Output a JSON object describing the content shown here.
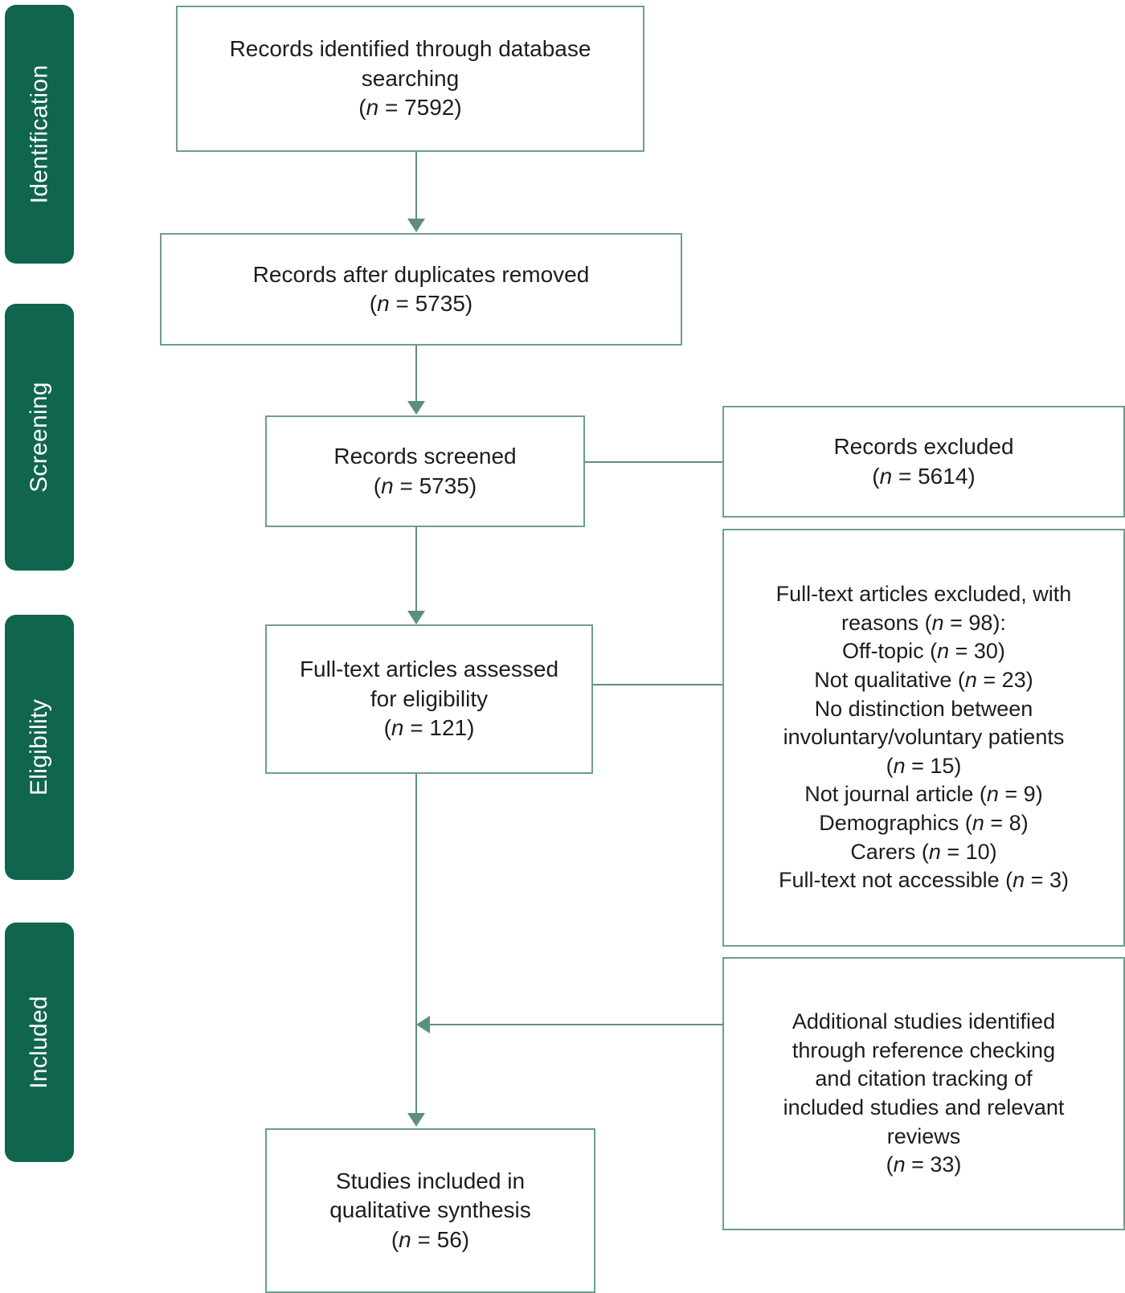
{
  "diagram": {
    "type": "prisma-flow-diagram",
    "accent_color": "#10654f",
    "box_border_color": "#6e9e8d",
    "connector_color": "#5e8f7e",
    "background_color": "#ffffff"
  },
  "stages": [
    {
      "key": "identification",
      "label": "Identification"
    },
    {
      "key": "screening",
      "label": "Screening"
    },
    {
      "key": "eligibility",
      "label": "Eligibility"
    },
    {
      "key": "included",
      "label": "Included"
    }
  ],
  "boxes": {
    "records_identified": {
      "text": "Records identified through database\nsearching\n(n = 7592)",
      "n": 7592
    },
    "records_after_duplicates": {
      "text": "Records after duplicates removed\n(n = 5735)",
      "n": 5735
    },
    "records_screened": {
      "text": "Records screened\n(n = 5735)",
      "n": 5735
    },
    "records_excluded": {
      "text": "Records excluded\n(n = 5614)",
      "n": 5614
    },
    "fulltext_assessed": {
      "text": "Full-text articles assessed\nfor eligibility\n(n = 121)",
      "n": 121
    },
    "fulltext_excluded": {
      "text": "Full-text articles excluded, with\nreasons (n = 98):\nOff-topic (n = 30)\nNot qualitative (n = 23)\nNo distinction between\ninvoluntary/voluntary patients\n(n = 15)\nNot journal article (n = 9)\nDemographics (n = 8)\nCarers (n = 10)\nFull-text not accessible (n = 3)",
      "n": 98,
      "reasons": [
        {
          "label": "Off-topic",
          "n": 30
        },
        {
          "label": "Not qualitative",
          "n": 23
        },
        {
          "label": "No distinction between involuntary/voluntary patients",
          "n": 15
        },
        {
          "label": "Not journal article",
          "n": 9
        },
        {
          "label": "Demographics",
          "n": 8
        },
        {
          "label": "Carers",
          "n": 10
        },
        {
          "label": "Full-text not accessible",
          "n": 3
        }
      ]
    },
    "additional_studies": {
      "text": "Additional studies identified\nthrough reference checking\nand citation tracking of\nincluded studies and relevant\nreviews\n(n = 33)",
      "n": 33
    },
    "studies_included": {
      "text": "Studies included in\nqualitative synthesis\n(n = 56)",
      "n": 56
    }
  }
}
